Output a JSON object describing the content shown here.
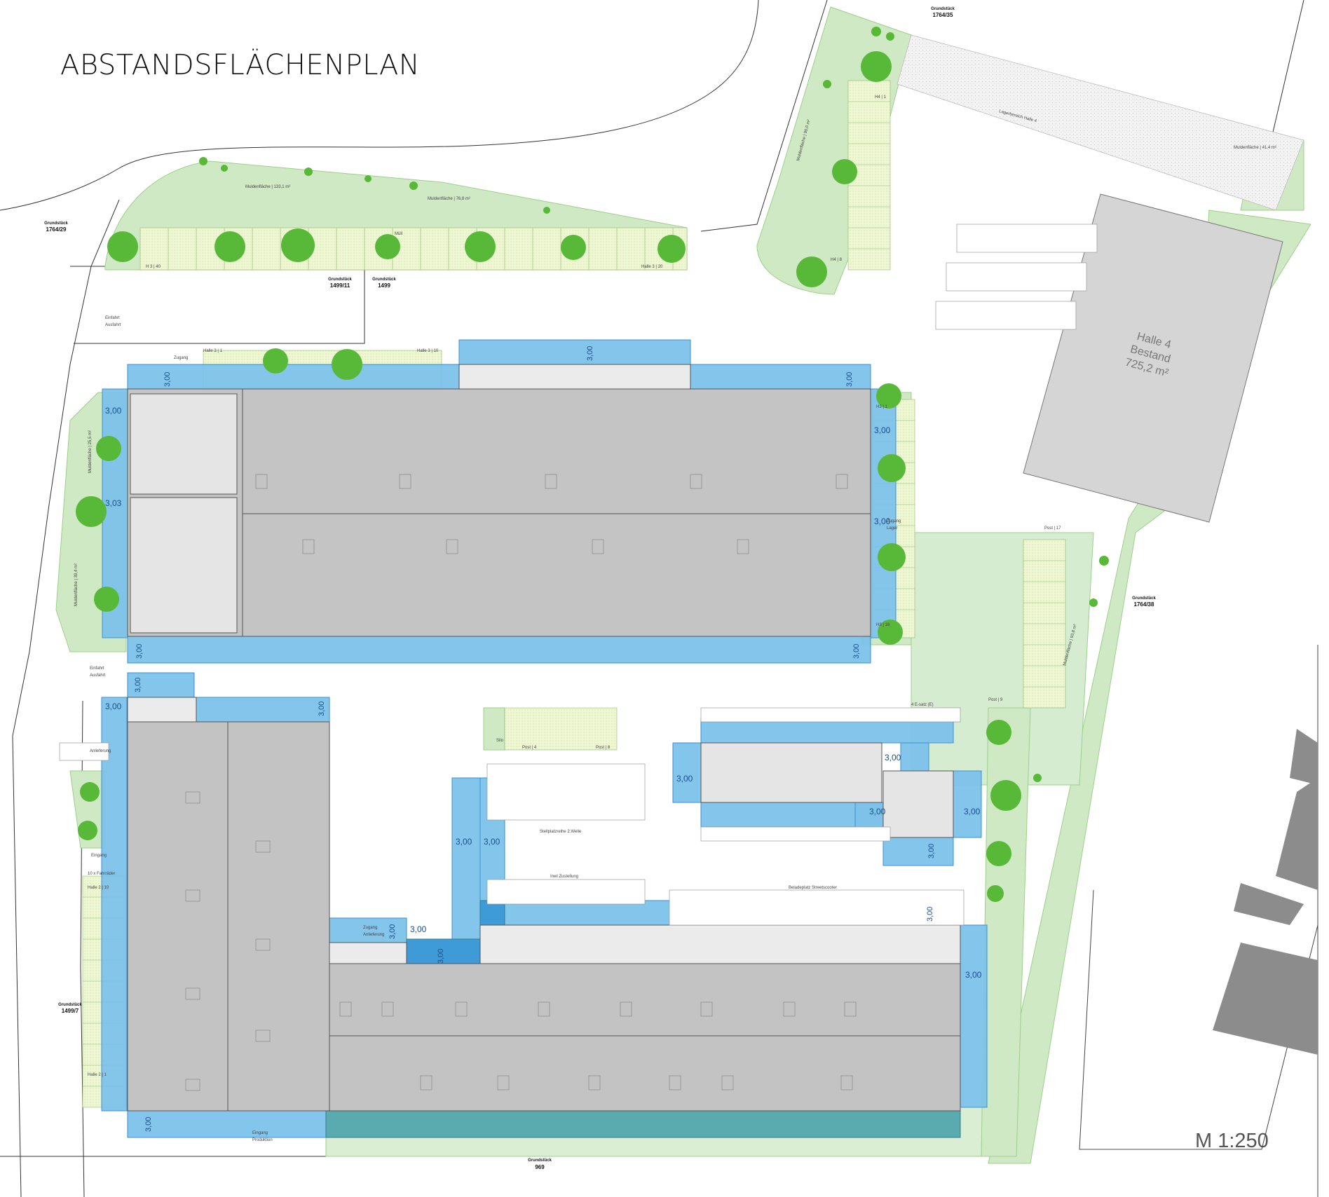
{
  "title": "ABSTANDSFLÄCHENPLAN",
  "scale": "M 1:250",
  "colors": {
    "distance_area": "#7dc2ea",
    "building": "#c3c3c3",
    "green": "#cfe9c4",
    "green_dark": "#a9d79a",
    "tree": "#58b837",
    "parking": "#eaf5c8",
    "overlap": "#5fb0b0"
  },
  "hall4": {
    "name": "Halle 4",
    "status": "Bestand",
    "area": "725,2 m²"
  },
  "parcels": [
    {
      "label": "Grundstück",
      "number": "1764/35"
    },
    {
      "label": "Grundstück",
      "number": "1764/29"
    },
    {
      "label": "Grundstück",
      "number": "1499/11"
    },
    {
      "label": "Grundstück",
      "number": "1499"
    },
    {
      "label": "Grundstück",
      "number": "1764/38"
    },
    {
      "label": "Grundstück",
      "number": "1499/7"
    },
    {
      "label": "Grundstück",
      "number": "969"
    }
  ],
  "distances": [
    "3,00",
    "3,03"
  ],
  "labels": {
    "zugang": "Zugang",
    "einfahrt": "Einfahrt",
    "ausfahrt": "Ausfahrt",
    "anlieferung": "Anlieferung",
    "eingang": "Eingang",
    "eingang_produktion_1": "Eingang",
    "eingang_produktion_2": "Produktion",
    "zugang_anlieferung_1": "Zugang",
    "zugang_anlieferung_2": "Anlieferung",
    "zugang_lager_1": "Zugang",
    "zugang_lager_2": "Lager",
    "stellplatzreihe": "Stellplatzreihe 2.Welle",
    "inwl_zustellung": "Inwl Zustellung",
    "beladeplatz": "Beladeplatz Streetscooter",
    "lagerbereich": "Lagerbereich Halle 4",
    "muldenflaeche_1": "Muldenfläche | 133,1 m²",
    "muldenflaeche_2": "Muldenfläche | 76,8 m²",
    "muldenflaeche_3": "Muldenfläche | 90,0 m²",
    "muldenflaeche_4": "Muldenfläche | 41,4 m²",
    "muldenflaeche_5": "Muldenfläche | 25,5 m²",
    "muldenflaeche_6": "Muldenfläche | 39,4 m²",
    "muldenflaeche_7": "Muldenfläche | 93,8 m²",
    "fahrradstellplatz": "10 x Fahrräder",
    "halle3_1": "Halle 3 | 1",
    "halle3_10": "Halle 3 | 10",
    "halle3_40": "H 3 | 40",
    "halle3_20": "Halle 3 | 20",
    "halle2_10": "Halle 2 | 10",
    "halle2_1": "Halle 2 | 1",
    "h4_1": "H4 | 1",
    "h4_8": "H4 | 8",
    "h3_1": "H3 | 1",
    "h3_16": "H3 | 16",
    "post_17": "Post | 17",
    "post_9": "Post | 9",
    "post_4": "Post | 4",
    "post_8": "Post | 8",
    "e_ersatz": "4 E-satz (E)",
    "muell": "Müll",
    "silo": "Silo"
  }
}
